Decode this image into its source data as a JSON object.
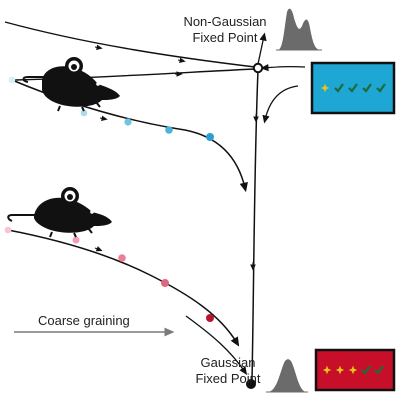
{
  "labels": {
    "non_gaussian_line1": "Non-Gaussian",
    "non_gaussian_line2": "Fixed Point",
    "gaussian_line1": "Gaussian",
    "gaussian_line2": "Fixed Point",
    "coarse_graining": "Coarse graining"
  },
  "icons": {
    "top_subject": "mouse-icon",
    "bottom_subject": "mouse-icon",
    "top_panel_marks": [
      "star",
      "check",
      "check",
      "check",
      "check"
    ],
    "bottom_panel_marks": [
      "star",
      "star",
      "star",
      "check",
      "check"
    ]
  },
  "colors": {
    "top_panel_fill": "#1ea7d4",
    "bottom_panel_fill": "#c80f2a",
    "blue_trajectory_points": [
      "#d6eef5",
      "#a9dced",
      "#6fc4e0",
      "#2a9fcd"
    ],
    "red_trajectory_points": [
      "#f7c4cf",
      "#f29db0",
      "#e2657f",
      "#b81533",
      "#8c0b1e"
    ],
    "star_mark": "#e8c51a",
    "check_mark": "#1c6b3a",
    "distribution_fill": "#6b6b6b"
  }
}
